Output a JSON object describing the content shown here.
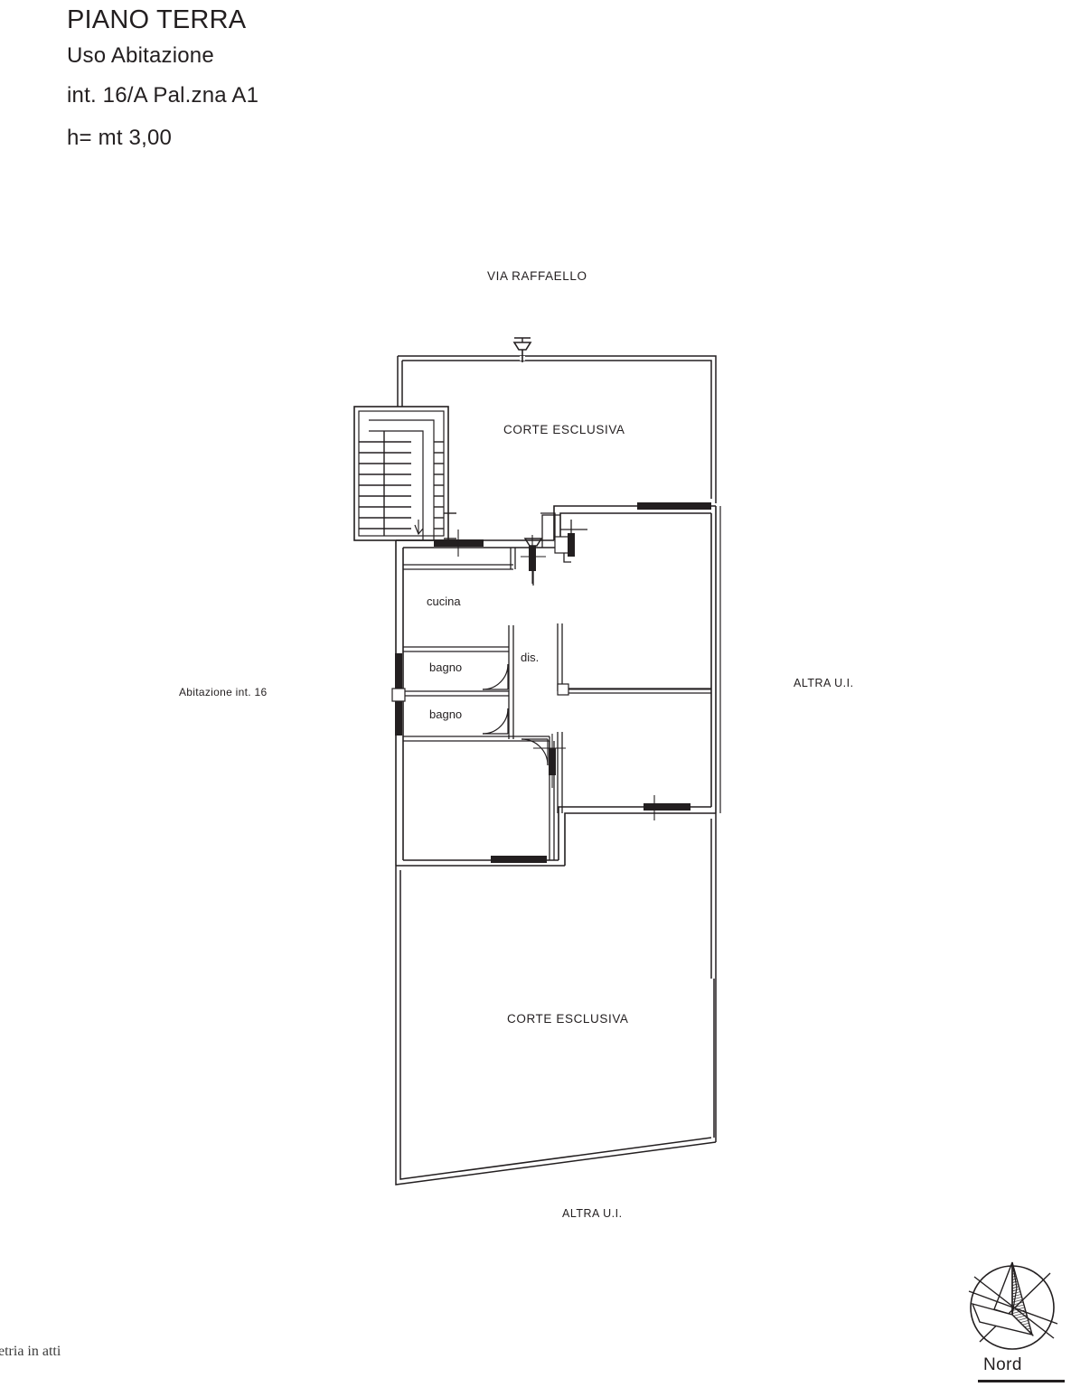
{
  "document": {
    "type": "floor-plan",
    "title_block": {
      "line1": "PIANO TERRA",
      "line2": "Uso Abitazione",
      "line3": "int. 16/A Pal.zna A1",
      "line4": "h= mt 3,00"
    },
    "footer_note": "etria in atti"
  },
  "plan": {
    "street_label": "VIA RAFFAELLO",
    "courtyard_top_label": "CORTE ESCLUSIVA",
    "courtyard_bottom_label": "CORTE ESCLUSIVA",
    "neighbour_left_label": "Abitazione int. 16",
    "neighbour_right_label": "ALTRA U.I.",
    "neighbour_bottom_label": "ALTRA U.I.",
    "rooms": [
      {
        "key": "cucina",
        "label": "cucina"
      },
      {
        "key": "bagno1",
        "label": "bagno"
      },
      {
        "key": "bagno2",
        "label": "bagno"
      },
      {
        "key": "disimpegno",
        "label": "dis."
      }
    ],
    "features": {
      "staircase": "staircase-two-flights",
      "gate_markers": 2,
      "window_openings": 6,
      "door_swings": 3
    },
    "colors": {
      "ink": "#231f20",
      "paper": "#ffffff",
      "wall_fill": "#000000"
    }
  },
  "compass": {
    "label": "Nord",
    "direction": "north-up-left"
  }
}
